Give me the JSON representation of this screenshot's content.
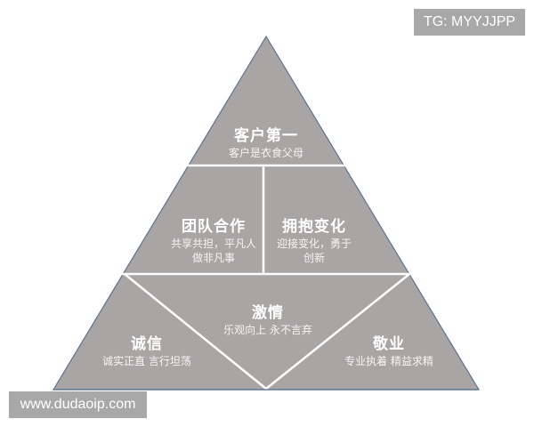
{
  "watermarks": {
    "top_right": "TG: MYYJJPP",
    "bottom_left": "www.dudaoip.com"
  },
  "colors": {
    "segment_fill": "#a9a5a4",
    "outline": "#5b7393",
    "divider": "#ffffff",
    "text": "#ffffff",
    "badge_bg": "#a8a8a8"
  },
  "pyramid": {
    "top": {
      "title": "客户第一",
      "subtitle": "客户是衣食父母"
    },
    "middle_left": {
      "title": "团队合作",
      "subtitle_line1": "共享共担，平凡人",
      "subtitle_line2": "做非凡事"
    },
    "middle_right": {
      "title": "拥抱变化",
      "subtitle_line1": "迎接变化，勇于",
      "subtitle_line2": "创新"
    },
    "bottom_left": {
      "title": "诚信",
      "subtitle": "诚实正直 言行坦荡"
    },
    "bottom_center": {
      "title": "激情",
      "subtitle": "乐观向上 永不言弃"
    },
    "bottom_right": {
      "title": "敬业",
      "subtitle": "专业执着 精益求精"
    }
  }
}
